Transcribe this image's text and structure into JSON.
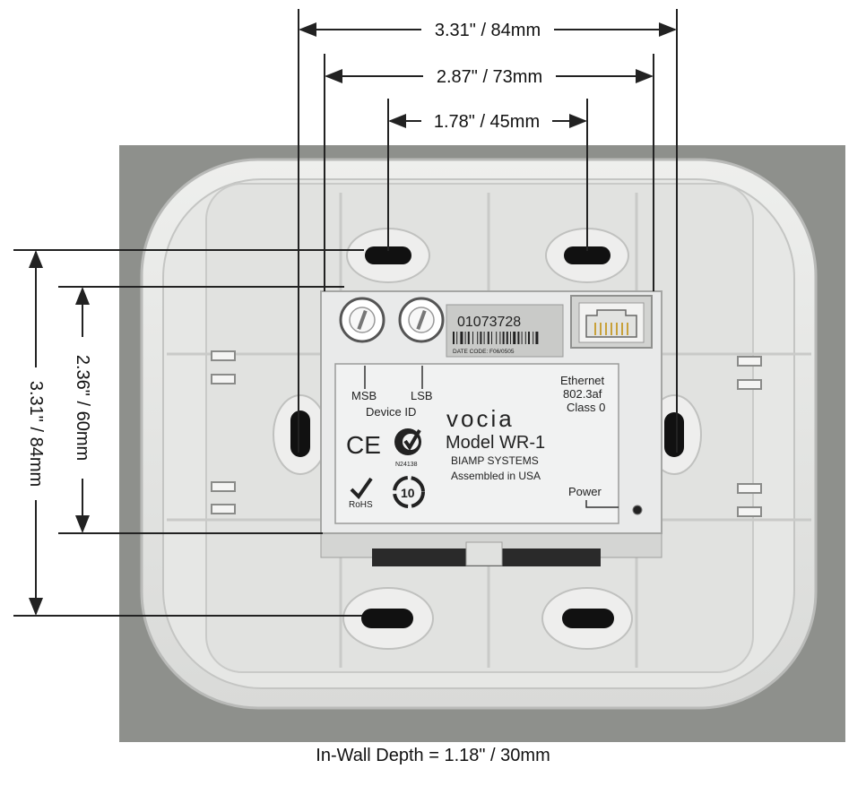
{
  "dimensions": {
    "top_outer": "3.31\" / 84mm",
    "top_middle": "2.87\" / 73mm",
    "top_inner": "1.78\" / 45mm",
    "left_outer": "3.31\" / 84mm",
    "left_inner": "2.36\" / 60mm"
  },
  "device": {
    "serial": "01073728",
    "date_code": "DATE CODE: F06/0505",
    "msb": "MSB",
    "lsb": "LSB",
    "device_id": "Device ID",
    "ethernet_lines": [
      "Ethernet",
      "802.3af",
      "Class 0"
    ],
    "brand": "vocia",
    "model": "Model WR-1",
    "maker": "BIAMP SYSTEMS",
    "assembled": "Assembled in USA",
    "ce": "CE",
    "ctick_code": "N24138",
    "rohs": "RoHS",
    "recycle": "10",
    "power": "Power"
  },
  "caption": "In-Wall Depth = 1.18\" / 30mm",
  "colors": {
    "background_photo": "#8c8e8a",
    "plate": "#e4e5e3",
    "label": "#e9eaea",
    "dimension_line": "#222222"
  }
}
